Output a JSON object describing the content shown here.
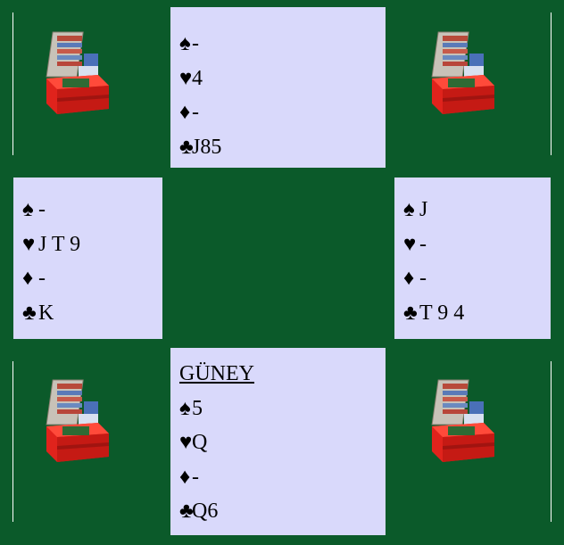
{
  "north": {
    "spades": "-",
    "hearts": "4",
    "diamonds": "-",
    "clubs": "J85"
  },
  "west": {
    "spades": "-",
    "hearts": "J T 9",
    "diamonds": "-",
    "clubs": "K"
  },
  "east": {
    "spades": "J",
    "hearts": "-",
    "diamonds": "-",
    "clubs": "T 9 4"
  },
  "south": {
    "label": "GÜNEY",
    "spades": "5",
    "hearts": "Q",
    "diamonds": "-",
    "clubs": "Q6"
  },
  "suits": {
    "spade": "♠",
    "heart": "♥",
    "diamond": "♦",
    "club": "♣"
  },
  "colors": {
    "table": "#0b5a2a",
    "hand_panel": "#d9d9fb",
    "board_red": "#e0231c"
  },
  "icons": [
    "bridge-board-icon",
    "bridge-board-icon",
    "bridge-board-icon",
    "bridge-board-icon"
  ]
}
